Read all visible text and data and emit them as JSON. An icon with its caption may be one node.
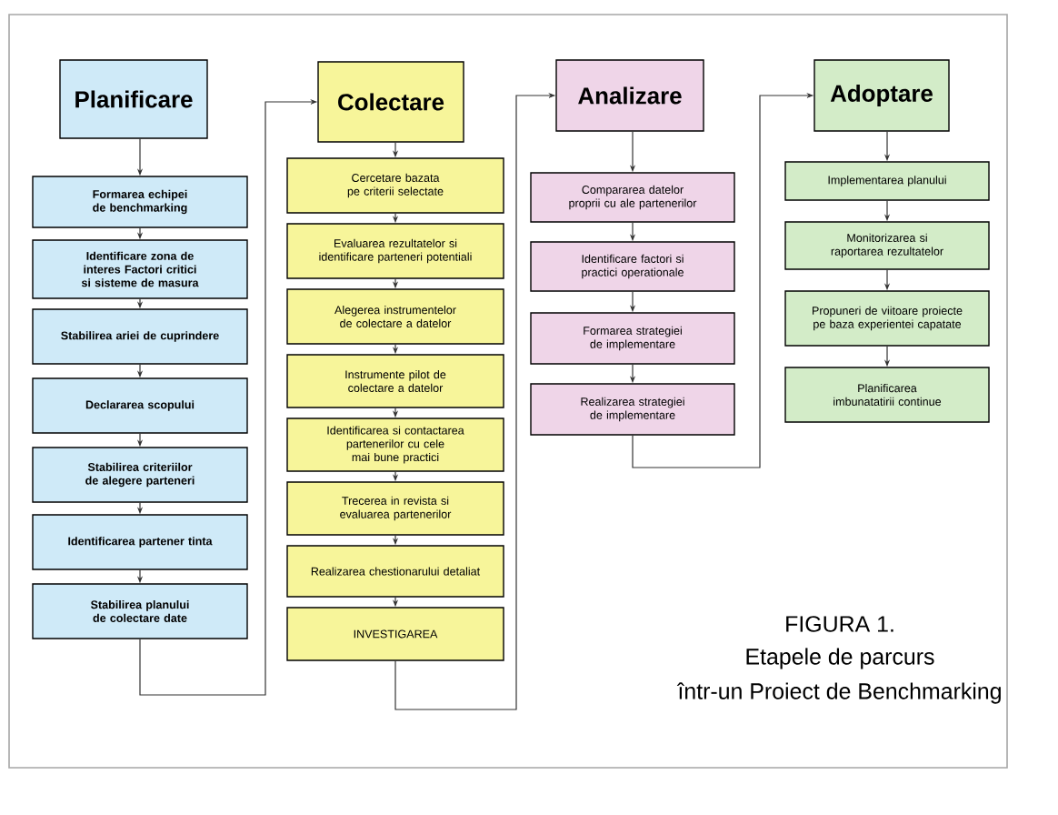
{
  "diagram": {
    "nodes": [
      {
        "text": [
          "Planificare"
        ]
      },
      {
        "text": [
          "Formarea echipei de benchmarking"
        ]
      },
      {
        "text": [
          "Identificare zona de interes Factori critici si sisteme de masura"
        ]
      },
      {
        "text": [
          "Stabilirea ariei de cuprindere"
        ]
      },
      {
        "text": [
          "Declararea scopului"
        ]
      },
      {
        "text": [
          "Stabilirea criteriilor de alegere parteneri"
        ]
      },
      {
        "text": [
          "Identificarea partener tinta"
        ]
      },
      {
        "text": [
          "Stabilirea planului de colectare date"
        ]
      },
      {
        "text": [
          "Colectare"
        ]
      },
      {
        "text": [
          "Cercetare bazata pe criterii selectate"
        ]
      },
      {
        "text": [
          "Evaluarea rezultatelor si identificare parteneri potentiali"
        ]
      },
      {
        "text": [
          "Alegerea instrumentelor de colectare a datelor"
        ]
      },
      {
        "text": [
          "Instrumente pilot de colectare a datelor"
        ]
      },
      {
        "text": [
          "Identificarea si contactarea partenerilor cu cele mai bune practici"
        ]
      },
      {
        "text": [
          "Trecerea in revista si evaluarea partenerilor"
        ]
      },
      {
        "text": [
          "Realizarea chestionarului detaliat"
        ]
      },
      {
        "text": [
          "INVESTIGAREA"
        ]
      },
      {
        "text": [
          "Analizare"
        ]
      },
      {
        "text": [
          "Compararea datelor proprii cu ale partenerilor"
        ]
      },
      {
        "text": [
          "Identificare factori si practici operationale"
        ]
      },
      {
        "text": [
          "Formarea strategiei de implementare"
        ]
      },
      {
        "text": [
          "Realizarea  strategiei de implementare"
        ]
      },
      {
        "text": [
          "Adoptare"
        ]
      },
      {
        "text": [
          "Implementarea planului"
        ]
      },
      {
        "text": [
          "Monitorizarea si raportarea rezultatelor"
        ]
      },
      {
        "text": [
          "Propuneri de viitoare proiecte pe baza experientei capatate"
        ]
      },
      {
        "text": [
          "Planificarea imbunatatirii continue"
        ]
      }
    ],
    "edges": [
      {
        "from": 0,
        "to": 1,
        "arrow": "to"
      },
      {
        "from": 1,
        "to": 2,
        "arrow": "to"
      },
      {
        "from": 2,
        "to": 3,
        "arrow": "to"
      },
      {
        "from": 3,
        "to": 4,
        "arrow": "to"
      },
      {
        "from": 4,
        "to": 5,
        "arrow": "to"
      },
      {
        "from": 5,
        "to": 6,
        "arrow": "to"
      },
      {
        "from": 6,
        "to": 7,
        "arrow": "to"
      },
      {
        "from": 7,
        "to": 8,
        "arrow": "to"
      },
      {
        "from": 8,
        "to": 9,
        "arrow": "to"
      },
      {
        "from": 9,
        "to": 10,
        "arrow": "to"
      },
      {
        "from": 10,
        "to": 11,
        "arrow": "to"
      },
      {
        "from": 11,
        "to": 12,
        "arrow": "to"
      },
      {
        "from": 12,
        "to": 13,
        "arrow": "to"
      },
      {
        "from": 13,
        "to": 14,
        "arrow": "to"
      },
      {
        "from": 14,
        "to": 15,
        "arrow": "to"
      },
      {
        "from": 15,
        "to": 16,
        "arrow": "to"
      },
      {
        "from": 16,
        "to": 17,
        "arrow": "to"
      },
      {
        "from": 17,
        "to": 18,
        "arrow": "to"
      },
      {
        "from": 18,
        "to": 19,
        "arrow": "to"
      },
      {
        "from": 19,
        "to": 20,
        "arrow": "to"
      },
      {
        "from": 20,
        "to": 21,
        "arrow": "to"
      },
      {
        "from": 21,
        "to": 22,
        "arrow": "to"
      },
      {
        "from": 22,
        "to": 23,
        "arrow": "to"
      },
      {
        "from": 23,
        "to": 24,
        "arrow": "to"
      },
      {
        "from": 24,
        "to": 25,
        "arrow": "to"
      },
      {
        "from": 25,
        "to": 26,
        "arrow": "to"
      }
    ],
    "labels": [
      "FIGURA 1.",
      "Etapele de parcurs",
      "într-un Proiect de Benchmarking"
    ]
  }
}
